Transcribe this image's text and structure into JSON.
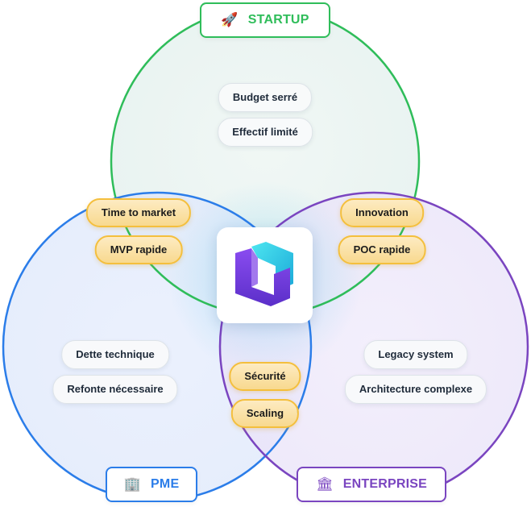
{
  "colors": {
    "startup": "#2fbd5a",
    "pme": "#2b7de9",
    "enterprise": "#7a45c0",
    "overlap_border": "#f4bf3d"
  },
  "circles": {
    "startup": {
      "title": "STARTUP",
      "icon": "rocket-icon",
      "glyph": "🚀",
      "items": [
        "Budget serré",
        "Effectif limité"
      ]
    },
    "pme": {
      "title": "PME",
      "icon": "office-building-icon",
      "glyph": "🏢",
      "items": [
        "Dette technique",
        "Refonte nécessaire"
      ]
    },
    "enterprise": {
      "title": "ENTERPRISE",
      "icon": "classical-building-icon",
      "glyph": "🏛",
      "items": [
        "Legacy system",
        "Architecture complexe"
      ]
    }
  },
  "overlaps": {
    "startup_pme": [
      "Time to market",
      "MVP rapide"
    ],
    "startup_enterprise": [
      "Innovation",
      "POC rapide"
    ],
    "pme_enterprise": [
      "Sécurité",
      "Scaling"
    ]
  },
  "center_logo": "logo-icon"
}
